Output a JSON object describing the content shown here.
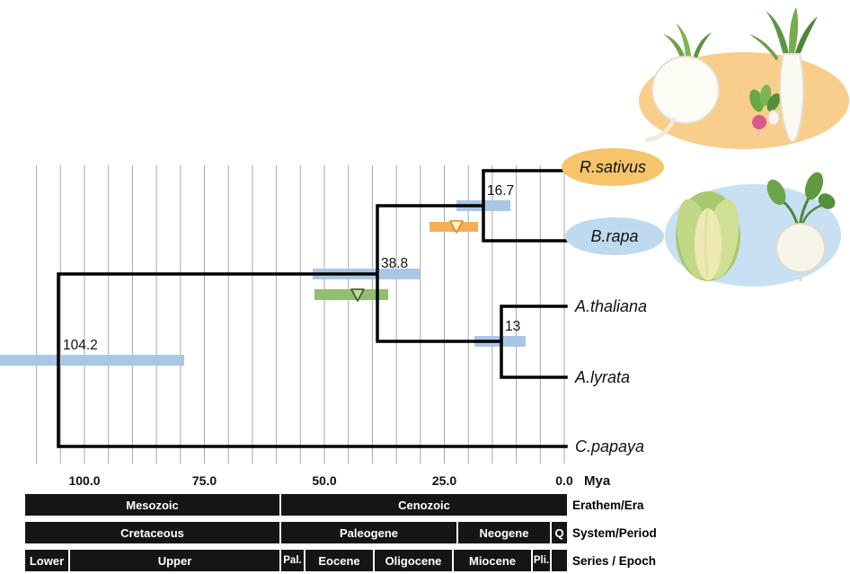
{
  "figure_type": "phylogenetic chronogram with geologic timescale",
  "axis": {
    "ticks": [
      "100.0",
      "75.0",
      "50.0",
      "25.0",
      "0.0"
    ],
    "unit_label": "Mya"
  },
  "tree": {
    "tips": [
      "R.sativus",
      "B.rapa",
      "A.thaliana",
      "A.lyrata",
      "C.papaya"
    ],
    "nodes": [
      {
        "id": "root-papaya-split",
        "age_label": "104.2",
        "age_mya": 104.2,
        "ci_mya_approx": [
          79,
          118
        ]
      },
      {
        "id": "brassicaceae-split",
        "age_label": "38.8",
        "age_mya": 38.8,
        "ci_mya_approx": [
          30,
          52
        ]
      },
      {
        "id": "raphanus-brassica-split",
        "age_label": "16.7",
        "age_mya": 16.7,
        "ci_mya_approx": [
          11,
          22.5
        ]
      },
      {
        "id": "arabidopsis-split",
        "age_label": "13",
        "age_mya": 13,
        "ci_mya_approx": [
          8,
          18.5
        ]
      }
    ],
    "calibration_markers": [
      {
        "id": "orange-calibration",
        "color": "#F5AE55",
        "range_mya_approx": [
          18,
          28
        ]
      },
      {
        "id": "green-calibration",
        "color": "#92BD72",
        "range_mya_approx": [
          37,
          52
        ]
      }
    ]
  },
  "timescale": {
    "era": {
      "label": "Erathem/Era",
      "segments": [
        "Mesozoic",
        "Cenozoic"
      ]
    },
    "period": {
      "label": "System/Period",
      "segments": [
        "Cretaceous",
        "Paleogene",
        "Neogene",
        "Q"
      ]
    },
    "epoch": {
      "label": "Series / Epoch",
      "segments": [
        "Lower",
        "Upper",
        "Pal.",
        "Eocene",
        "Oligocene",
        "Miocene",
        "Pli.",
        ""
      ]
    }
  },
  "colors": {
    "ci_bar": "#A9C7E4",
    "cal_orange": "#F5AE55",
    "cal_green": "#92BD72",
    "blob_orange": "#F8CE8A",
    "blob_blue": "#C8E0F4",
    "pill_orange": "#F6C46B",
    "pill_blue": "#BFD9F0",
    "timescale_bar": "#151515"
  },
  "illustrations": {
    "r_sativus": "radish varieties collage",
    "b_rapa": "napa cabbage and turnip collage"
  }
}
